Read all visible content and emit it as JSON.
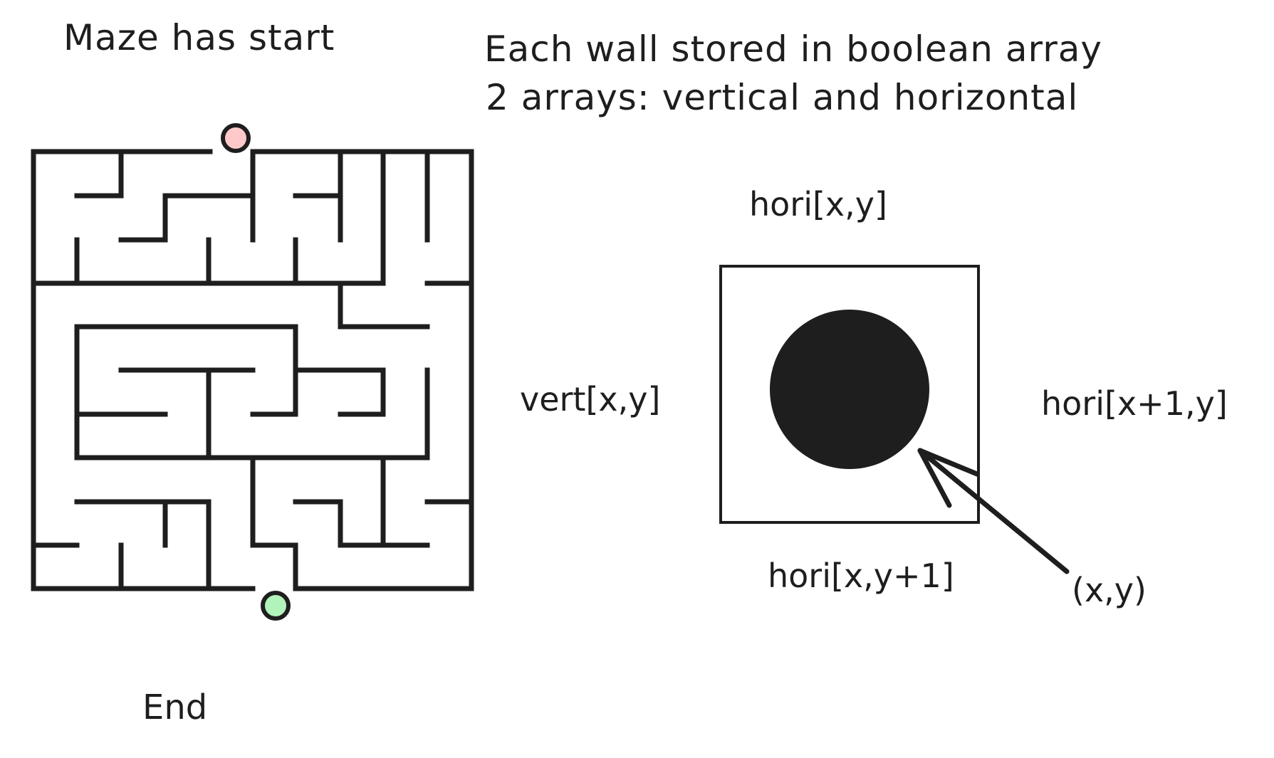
{
  "labels": {
    "maze_start": "Maze has start",
    "storage_line1": "Each wall stored in boolean array",
    "storage_line2": "2 arrays: vertical and horizontal",
    "hori_top": "hori[x,y]",
    "vert_left": "vert[x,y]",
    "hori_right": "hori[x+1,y]",
    "hori_bottom": "hori[x,y+1]",
    "cell_coord": "(x,y)",
    "maze_end": "End"
  },
  "colors": {
    "ink": "#1e1e1e",
    "start_marker": "#ffc9c9",
    "end_marker": "#b2f2bb",
    "background": "#ffffff"
  }
}
